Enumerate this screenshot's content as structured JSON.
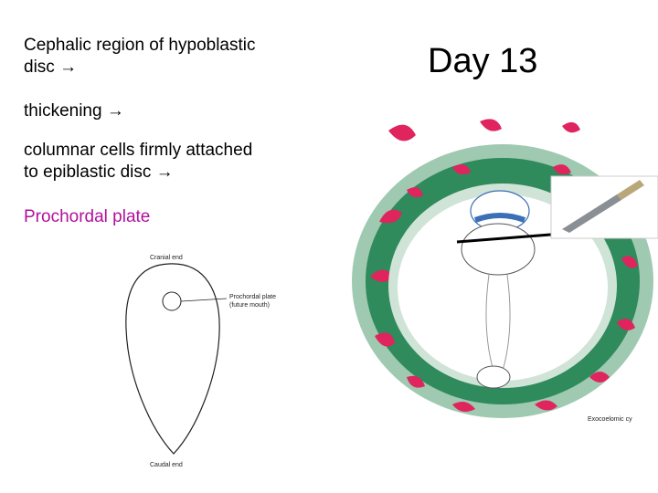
{
  "slide": {
    "title": "Day 13",
    "bullets": [
      "Cephalic region of hypoblastic\ndisc →",
      "thickening →",
      "columnar cells firmly attached\nto epiblastic disc →",
      "Prochordal plate"
    ]
  },
  "disc_diagram": {
    "cranial_label": "Cranial end",
    "caudal_label": "Caudal end",
    "plate_label_line1": "Prochordal plate",
    "plate_label_line2": "(future mouth)"
  },
  "embryo_diagram": {
    "cavity_label": "Exocoelomic cy",
    "colors": {
      "trophoblast": "#e0245e",
      "mesoderm": "#2f8a5c",
      "amnion": "#3b6fb6"
    }
  }
}
